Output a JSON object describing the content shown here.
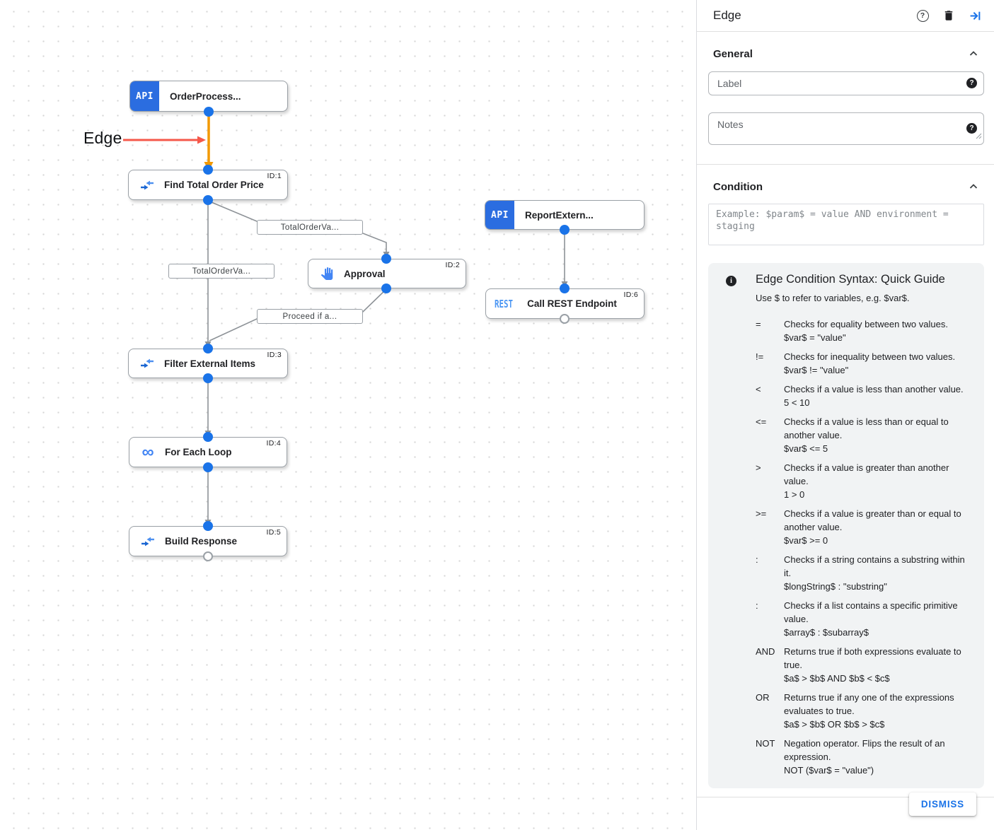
{
  "canvas": {
    "annotation_label": "Edge",
    "edge_labels": [
      "TotalOrderVa...",
      "TotalOrderVa...",
      "Proceed if a..."
    ],
    "nodes": [
      {
        "badge": "API",
        "title": "OrderProcess...",
        "id": ""
      },
      {
        "title": "Find Total Order Price",
        "id": "ID:1"
      },
      {
        "title": "Approval",
        "id": "ID:2"
      },
      {
        "badge": "API",
        "title": "ReportExtern...",
        "id": ""
      },
      {
        "badge": "REST",
        "title": "Call REST Endpoint",
        "id": "ID:6"
      },
      {
        "title": "Filter External Items",
        "id": "ID:3"
      },
      {
        "title": "For Each Loop",
        "id": "ID:4"
      },
      {
        "title": "Build Response",
        "id": "ID:5"
      }
    ]
  },
  "panel": {
    "title": "Edge",
    "general": {
      "heading": "General",
      "label_placeholder": "Label",
      "notes_placeholder": "Notes"
    },
    "condition": {
      "heading": "Condition",
      "placeholder": "Example: $param$ = value AND environment = staging"
    },
    "guide": {
      "title": "Edge Condition Syntax: Quick Guide",
      "intro": "Use $ to refer to variables, e.g. $var$.",
      "rows": [
        {
          "op": "=",
          "desc": "Checks for equality between two values.",
          "example": "$var$ = \"value\""
        },
        {
          "op": "!=",
          "desc": "Checks for inequality between two values.",
          "example": "$var$ != \"value\""
        },
        {
          "op": "<",
          "desc": "Checks if a value is less than another value.",
          "example": "5 < 10"
        },
        {
          "op": "<=",
          "desc": "Checks if a value is less than or equal to another value.",
          "example": "$var$ <= 5"
        },
        {
          "op": ">",
          "desc": "Checks if a value is greater than another value.",
          "example": "1 > 0"
        },
        {
          "op": ">=",
          "desc": "Checks if a value is greater than or equal to another value.",
          "example": "$var$ >= 0"
        },
        {
          "op": ":",
          "desc": "Checks if a string contains a substring within it.",
          "example": "$longString$ : \"substring\""
        },
        {
          "op": ":",
          "desc": "Checks if a list contains a specific primitive value.",
          "example": "$array$ : $subarray$"
        },
        {
          "op": "AND",
          "desc": "Returns true if both expressions evaluate to true.",
          "example": "$a$ > $b$ AND $b$ < $c$"
        },
        {
          "op": "OR",
          "desc": "Returns true if any one of the expressions evaluates to true.",
          "example": "$a$ > $b$ OR $b$ > $c$"
        },
        {
          "op": "NOT",
          "desc": "Negation operator. Flips the result of an expression.",
          "example": "NOT ($var$ = \"value\")"
        }
      ]
    },
    "dismiss_label": "DISMISS"
  },
  "colors": {
    "accent": "#1a73e8",
    "selected_edge": "#f29900",
    "annotation_red": "#f5584a",
    "api_badge_blue": "#2b6de0",
    "icon_blue": "#4285f4"
  }
}
